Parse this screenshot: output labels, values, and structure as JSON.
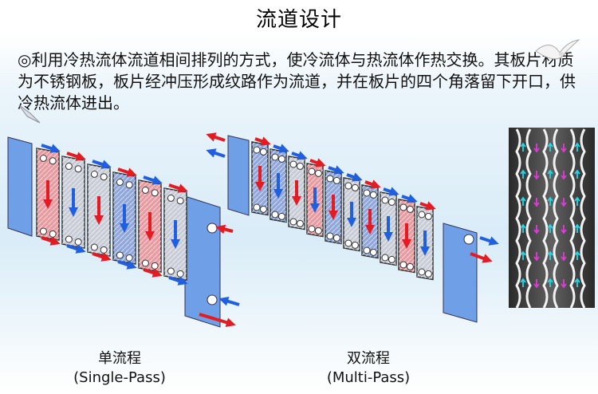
{
  "slide": {
    "title": "流道设计",
    "description": "◎利用冷热流体流道相间排列的方式，使冷流体与热流体作热交换。其板片材质为不锈钢板，板片经冲压形成纹路作为流道，并在板片的四个角落留下开口，供冷热流体进出。"
  },
  "single_pass": {
    "label_cn": "单流程",
    "label_en": "(Single-Pass)"
  },
  "multi_pass": {
    "label_cn": "双流程",
    "label_en": "(Multi-Pass)"
  },
  "colors": {
    "hot": "#e31b23",
    "cold": "#1f5fe0",
    "frame": "#6f9fe6",
    "hot_plate": "#e79aa0",
    "cold_plate": "#8ea6da",
    "plain_plate": "#c8ccd6"
  }
}
